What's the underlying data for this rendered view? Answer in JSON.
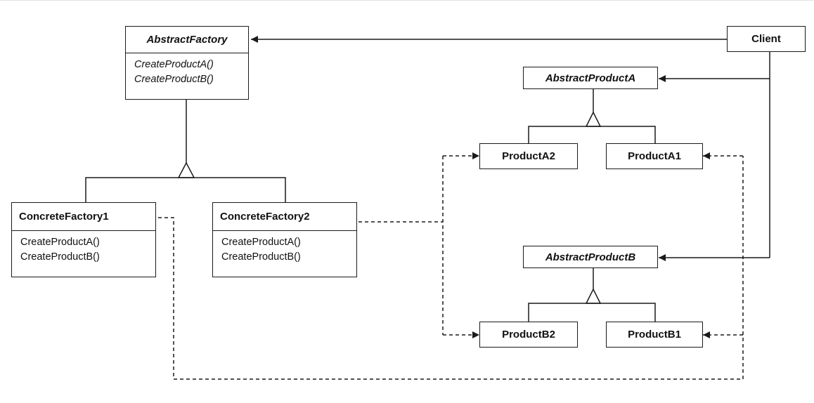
{
  "diagram": {
    "classes": {
      "abstract_factory": {
        "name": "AbstractFactory",
        "operations": [
          "CreateProductA()",
          "CreateProductB()"
        ]
      },
      "concrete_factory_1": {
        "name": "ConcreteFactory1",
        "operations": [
          "CreateProductA()",
          "CreateProductB()"
        ]
      },
      "concrete_factory_2": {
        "name": "ConcreteFactory2",
        "operations": [
          "CreateProductA()",
          "CreateProductB()"
        ]
      },
      "client": {
        "name": "Client"
      },
      "abstract_product_a": {
        "name": "AbstractProductA"
      },
      "product_a1": {
        "name": "ProductA1"
      },
      "product_a2": {
        "name": "ProductA2"
      },
      "abstract_product_b": {
        "name": "AbstractProductB"
      },
      "product_b1": {
        "name": "ProductB1"
      },
      "product_b2": {
        "name": "ProductB2"
      }
    }
  }
}
